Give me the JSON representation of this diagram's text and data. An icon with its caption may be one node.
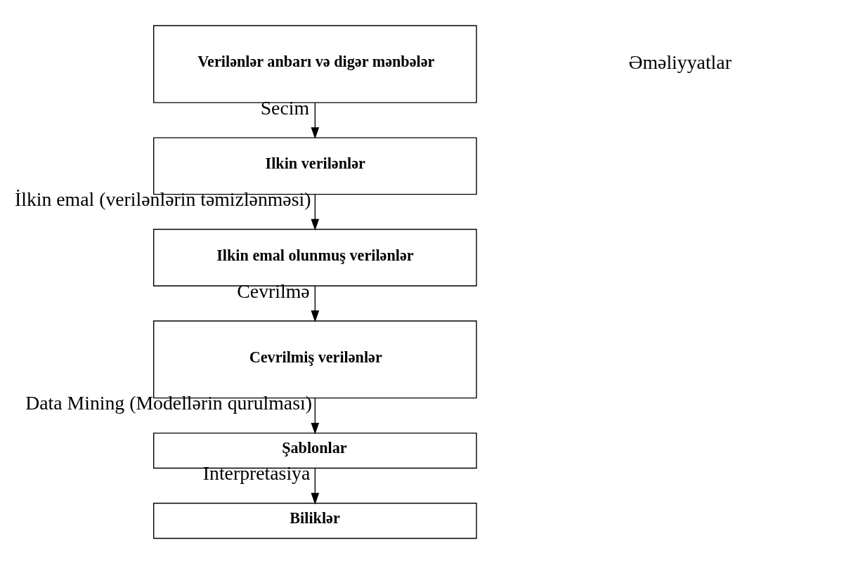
{
  "diagram": {
    "nodes": [
      {
        "text": [
          "Verilənlər anbarı və digər mənbələr"
        ]
      },
      {
        "text": [
          "Ilkin verilənlər"
        ]
      },
      {
        "text": [
          "Ilkin emal olunmuş verilənlər"
        ]
      },
      {
        "text": [
          "Cevrilmiş verilənlər"
        ]
      },
      {
        "text": [
          "Şablonlar"
        ]
      },
      {
        "text": [
          "Biliklər"
        ]
      }
    ],
    "edges": [
      {
        "from": 0,
        "to": 1,
        "arrow": "to",
        "label": "Secim"
      },
      {
        "from": 1,
        "to": 2,
        "arrow": "to",
        "label": "İlkin emal (verilənlərin təmizlənməsi)"
      },
      {
        "from": 2,
        "to": 3,
        "arrow": "to",
        "label": "Cevrilmə"
      },
      {
        "from": 3,
        "to": 4,
        "arrow": "to",
        "label": "Data Mining (Modellərin qurulması)"
      },
      {
        "from": 4,
        "to": 5,
        "arrow": "to",
        "label": "Interpretasiya"
      }
    ],
    "labels": [
      "Əməliyyatlar"
    ]
  }
}
